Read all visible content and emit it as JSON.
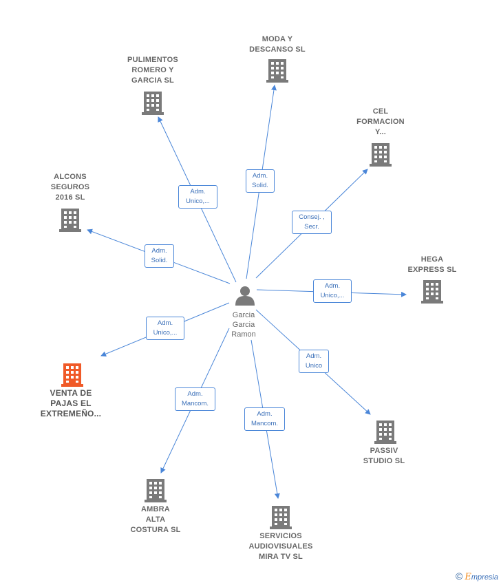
{
  "person": {
    "name_lines": [
      "Garcia",
      "Garcia",
      "Ramon"
    ],
    "icon": "person-icon"
  },
  "colors": {
    "edge": "#4a86d8",
    "building": "#7a7a7a",
    "building_highlight": "#f05a28",
    "label_text": "#666666"
  },
  "companies": [
    {
      "id": "moda",
      "name_lines": [
        "MODA Y",
        "DESCANSO  SL"
      ],
      "relation": [
        "Adm.",
        "Solid."
      ],
      "highlight": false
    },
    {
      "id": "pulimentos",
      "name_lines": [
        "PULIMENTOS",
        "ROMERO Y",
        "GARCIA  SL"
      ],
      "relation": [
        "Adm.",
        "Unico,..."
      ],
      "highlight": false
    },
    {
      "id": "cel",
      "name_lines": [
        "CEL",
        "FORMACION",
        "Y..."
      ],
      "relation": [
        "Consej. ,",
        "Secr."
      ],
      "highlight": false
    },
    {
      "id": "alcons",
      "name_lines": [
        "ALCONS",
        "SEGUROS",
        "2016  SL"
      ],
      "relation": [
        "Adm.",
        "Solid."
      ],
      "highlight": false
    },
    {
      "id": "hega",
      "name_lines": [
        "HEGA",
        "EXPRESS SL"
      ],
      "relation": [
        "Adm.",
        "Unico,..."
      ],
      "highlight": false
    },
    {
      "id": "venta",
      "name_lines": [
        "VENTA DE",
        "PAJAS EL",
        "EXTREMEÑO..."
      ],
      "relation": [
        "Adm.",
        "Unico,..."
      ],
      "highlight": true
    },
    {
      "id": "passiv",
      "name_lines": [
        "PASSIV",
        "STUDIO  SL"
      ],
      "relation": [
        "Adm.",
        "Unico"
      ],
      "highlight": false
    },
    {
      "id": "ambra",
      "name_lines": [
        "AMBRA",
        "ALTA",
        "COSTURA  SL"
      ],
      "relation": [
        "Adm.",
        "Mancom."
      ],
      "highlight": false
    },
    {
      "id": "servicios",
      "name_lines": [
        "SERVICIOS",
        "AUDIOVISUALES",
        "MIRA TV SL"
      ],
      "relation": [
        "Adm.",
        "Mancom."
      ],
      "highlight": false
    }
  ],
  "footer": {
    "copyright": "©",
    "brand_initial": "E",
    "brand_rest": "mpresia"
  }
}
